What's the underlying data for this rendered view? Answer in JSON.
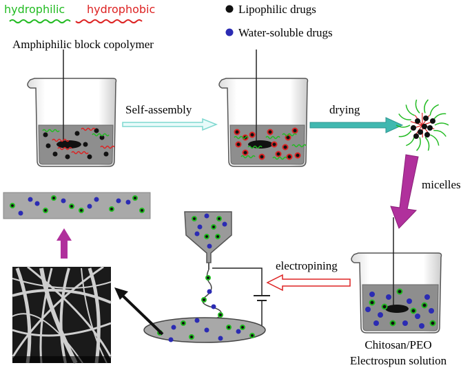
{
  "legend": {
    "hydrophilic": "hydrophilic",
    "hydrophobic": "hydrophobic",
    "lipophilic_drugs": "Lipophilic drugs",
    "water_soluble_drugs": "Water-soluble drugs",
    "copolymer": "Amphiphilic block copolymer"
  },
  "steps": {
    "self_assembly": "Self-assembly",
    "drying": "drying",
    "micelles": "micelles",
    "electrospinning": "electropining"
  },
  "solution": {
    "line1": "Chitosan/PEO",
    "line2": "Electrospun solution"
  },
  "colors": {
    "hydrophilic": "#22bb22",
    "hydrophobic": "#dd2222",
    "lipophilic_drug": "#111111",
    "water_soluble_drug": "#2b2bb3",
    "arrow_cyan": "#7fd8d0",
    "arrow_teal": "#40b8b0",
    "arrow_magenta": "#b0309c",
    "arrow_red_outline": "#dd2222",
    "liquid_gray": "#8e8e8e"
  }
}
